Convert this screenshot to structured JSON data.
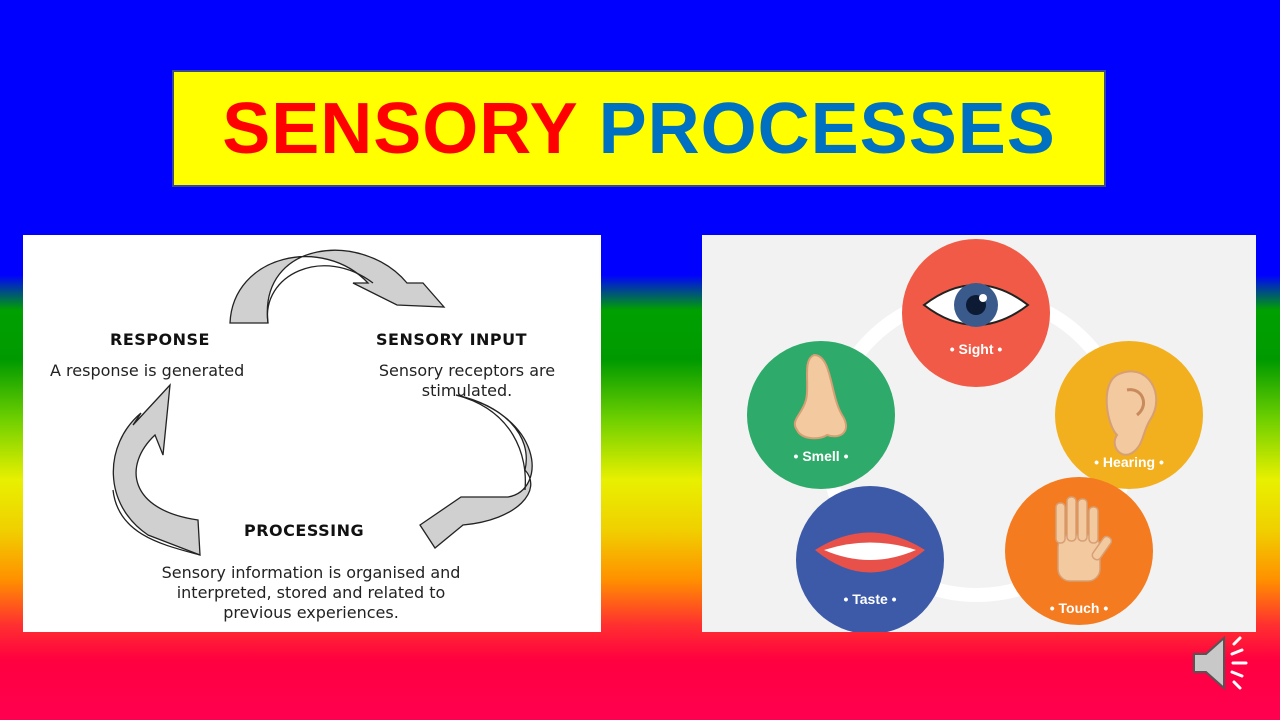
{
  "title": {
    "word1": "SENSORY",
    "word2": "PROCESSES"
  },
  "cycle": {
    "response": {
      "heading": "RESPONSE",
      "text": "A response is generated"
    },
    "input": {
      "heading": "SENSORY INPUT",
      "text_line1": "Sensory receptors are",
      "text_line2": "stimulated."
    },
    "processing": {
      "heading": "PROCESSING",
      "text_line1": "Sensory information is organised and",
      "text_line2": "interpreted, stored and related to",
      "text_line3": "previous experiences."
    }
  },
  "senses": [
    {
      "label": "• Sight •",
      "color": "#f05a46"
    },
    {
      "label": "• Hearing •",
      "color": "#f2b01e"
    },
    {
      "label": "• Touch •",
      "color": "#f47b20"
    },
    {
      "label": "• Taste •",
      "color": "#3c5aa8"
    },
    {
      "label": "• Smell •",
      "color": "#2eaa6a"
    }
  ],
  "icons": {
    "speaker": "speaker-icon"
  }
}
